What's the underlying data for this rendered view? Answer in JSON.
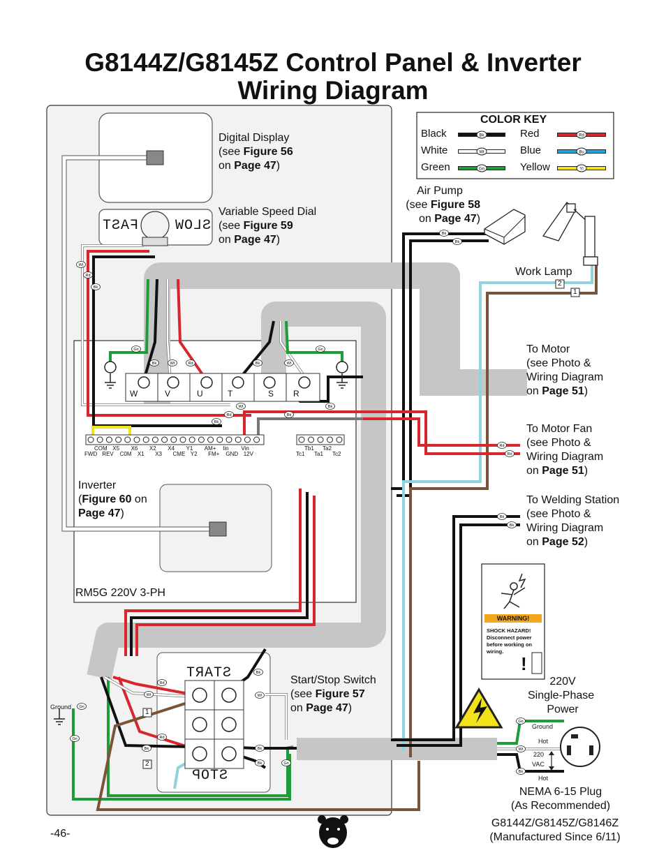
{
  "title": {
    "line1": "G8144Z/G8145Z Control Panel & Inverter",
    "line2": "Wiring Diagram"
  },
  "labels": {
    "digital_display": {
      "line1": "Digital Display",
      "line2a": "(see ",
      "line2b": "Figure 56",
      "line3a": "on ",
      "line3b": "Page 47",
      "line3c": ")"
    },
    "speed_dial": {
      "line1": "Variable Speed Dial",
      "line2a": "(see ",
      "line2b": "Figure 59",
      "line3a": "on ",
      "line3b": "Page 47",
      "line3c": ")"
    },
    "air_pump": {
      "line1": "Air Pump",
      "line2a": "(see ",
      "line2b": "Figure 58",
      "line3a": "on ",
      "line3b": "Page 47",
      "line3c": ")"
    },
    "work_lamp": "Work Lamp",
    "to_motor": {
      "line1": "To Motor",
      "line2": "(see Photo &",
      "line3": "Wiring Diagram",
      "line4a": "on ",
      "line4b": "Page 51",
      "line4c": ")"
    },
    "to_motor_fan": {
      "line1": "To Motor Fan",
      "line2": "(see Photo &",
      "line3": "Wiring Diagram",
      "line4a": "on ",
      "line4b": "Page 51",
      "line4c": ")"
    },
    "to_welding": {
      "line1": "To Welding Station",
      "line2": "(see Photo &",
      "line3": "Wiring Diagram",
      "line4a": "on ",
      "line4b": "Page 52",
      "line4c": ")"
    },
    "inverter": {
      "line1": "Inverter",
      "line2a": "(",
      "line2b": "Figure 60",
      "line2c": " on",
      "line3a": "Page 47",
      "line3b": ")"
    },
    "rm5g": "RM5G 220V 3-PH",
    "start_stop": {
      "line1": "Start/Stop Switch",
      "line2a": "(see ",
      "line2b": "Figure 57",
      "line3a": "on ",
      "line3b": "Page 47",
      "line3c": ")"
    },
    "power": {
      "line1": "220V",
      "line2": "Single-Phase",
      "line3": "Power"
    },
    "plug": {
      "line1": "NEMA 6-15 Plug",
      "line2": "(As Recommended)"
    },
    "ground_left": "Ground",
    "plug_ground": "Ground",
    "plug_hot1": "Hot",
    "plug_vac1": "220",
    "plug_vac2": "VAC",
    "plug_hot2": "Hot",
    "dial_fast": "FAST",
    "dial_slow": "SLOW",
    "switch_start": "START",
    "switch_stop": "STOP",
    "lamp_num_2": "2",
    "lamp_num_1": "1",
    "switch_num_1": "1",
    "switch_num_2": "2"
  },
  "color_key": {
    "title": "COLOR KEY",
    "entries": [
      {
        "name": "Black",
        "abbr": "Bk",
        "color": "#111111"
      },
      {
        "name": "White",
        "abbr": "Wt",
        "color": "#ffffff"
      },
      {
        "name": "Green",
        "abbr": "Gn",
        "color": "#1f9b3a"
      },
      {
        "name": "Red",
        "abbr": "Rd",
        "color": "#d7262e"
      },
      {
        "name": "Blue",
        "abbr": "Bu",
        "color": "#19a7e0"
      },
      {
        "name": "Yellow",
        "abbr": "Yl",
        "color": "#f2e21a"
      }
    ]
  },
  "terminals": {
    "power": [
      "W",
      "V",
      "U",
      "T",
      "S",
      "R"
    ],
    "control_top": [
      "COM",
      "X5",
      "X6",
      "X2",
      "X4",
      "Y1",
      "AM+",
      "Iin",
      "Vin"
    ],
    "control_bottom": [
      "FWD",
      "REV",
      "C0M",
      "X1",
      "X3",
      "CME",
      "Y2",
      "FM+",
      "GND",
      "12V"
    ],
    "relay_top": [
      "Tb1",
      "Ta2"
    ],
    "relay_bottom": [
      "Tc1",
      "Ta1",
      "Tc2"
    ]
  },
  "warning": {
    "header": "WARNING!",
    "line1": "SHOCK HAZARD!",
    "line2": "Disconnect power",
    "line3": "before working on",
    "line4": "wiring."
  },
  "footer": {
    "page_number": "-46-",
    "model_line1": "G8144Z/G8145Z/G8146Z",
    "model_line2": "(Manufactured Since 6/11)"
  },
  "wire_colors": {
    "black": "#111111",
    "white": "#ffffff",
    "red": "#d7262e",
    "green": "#1f9b3a",
    "blue": "#8fd3dd",
    "brown": "#7a5438",
    "yellow": "#f2e21a",
    "conduit": "#c7c7c7"
  }
}
